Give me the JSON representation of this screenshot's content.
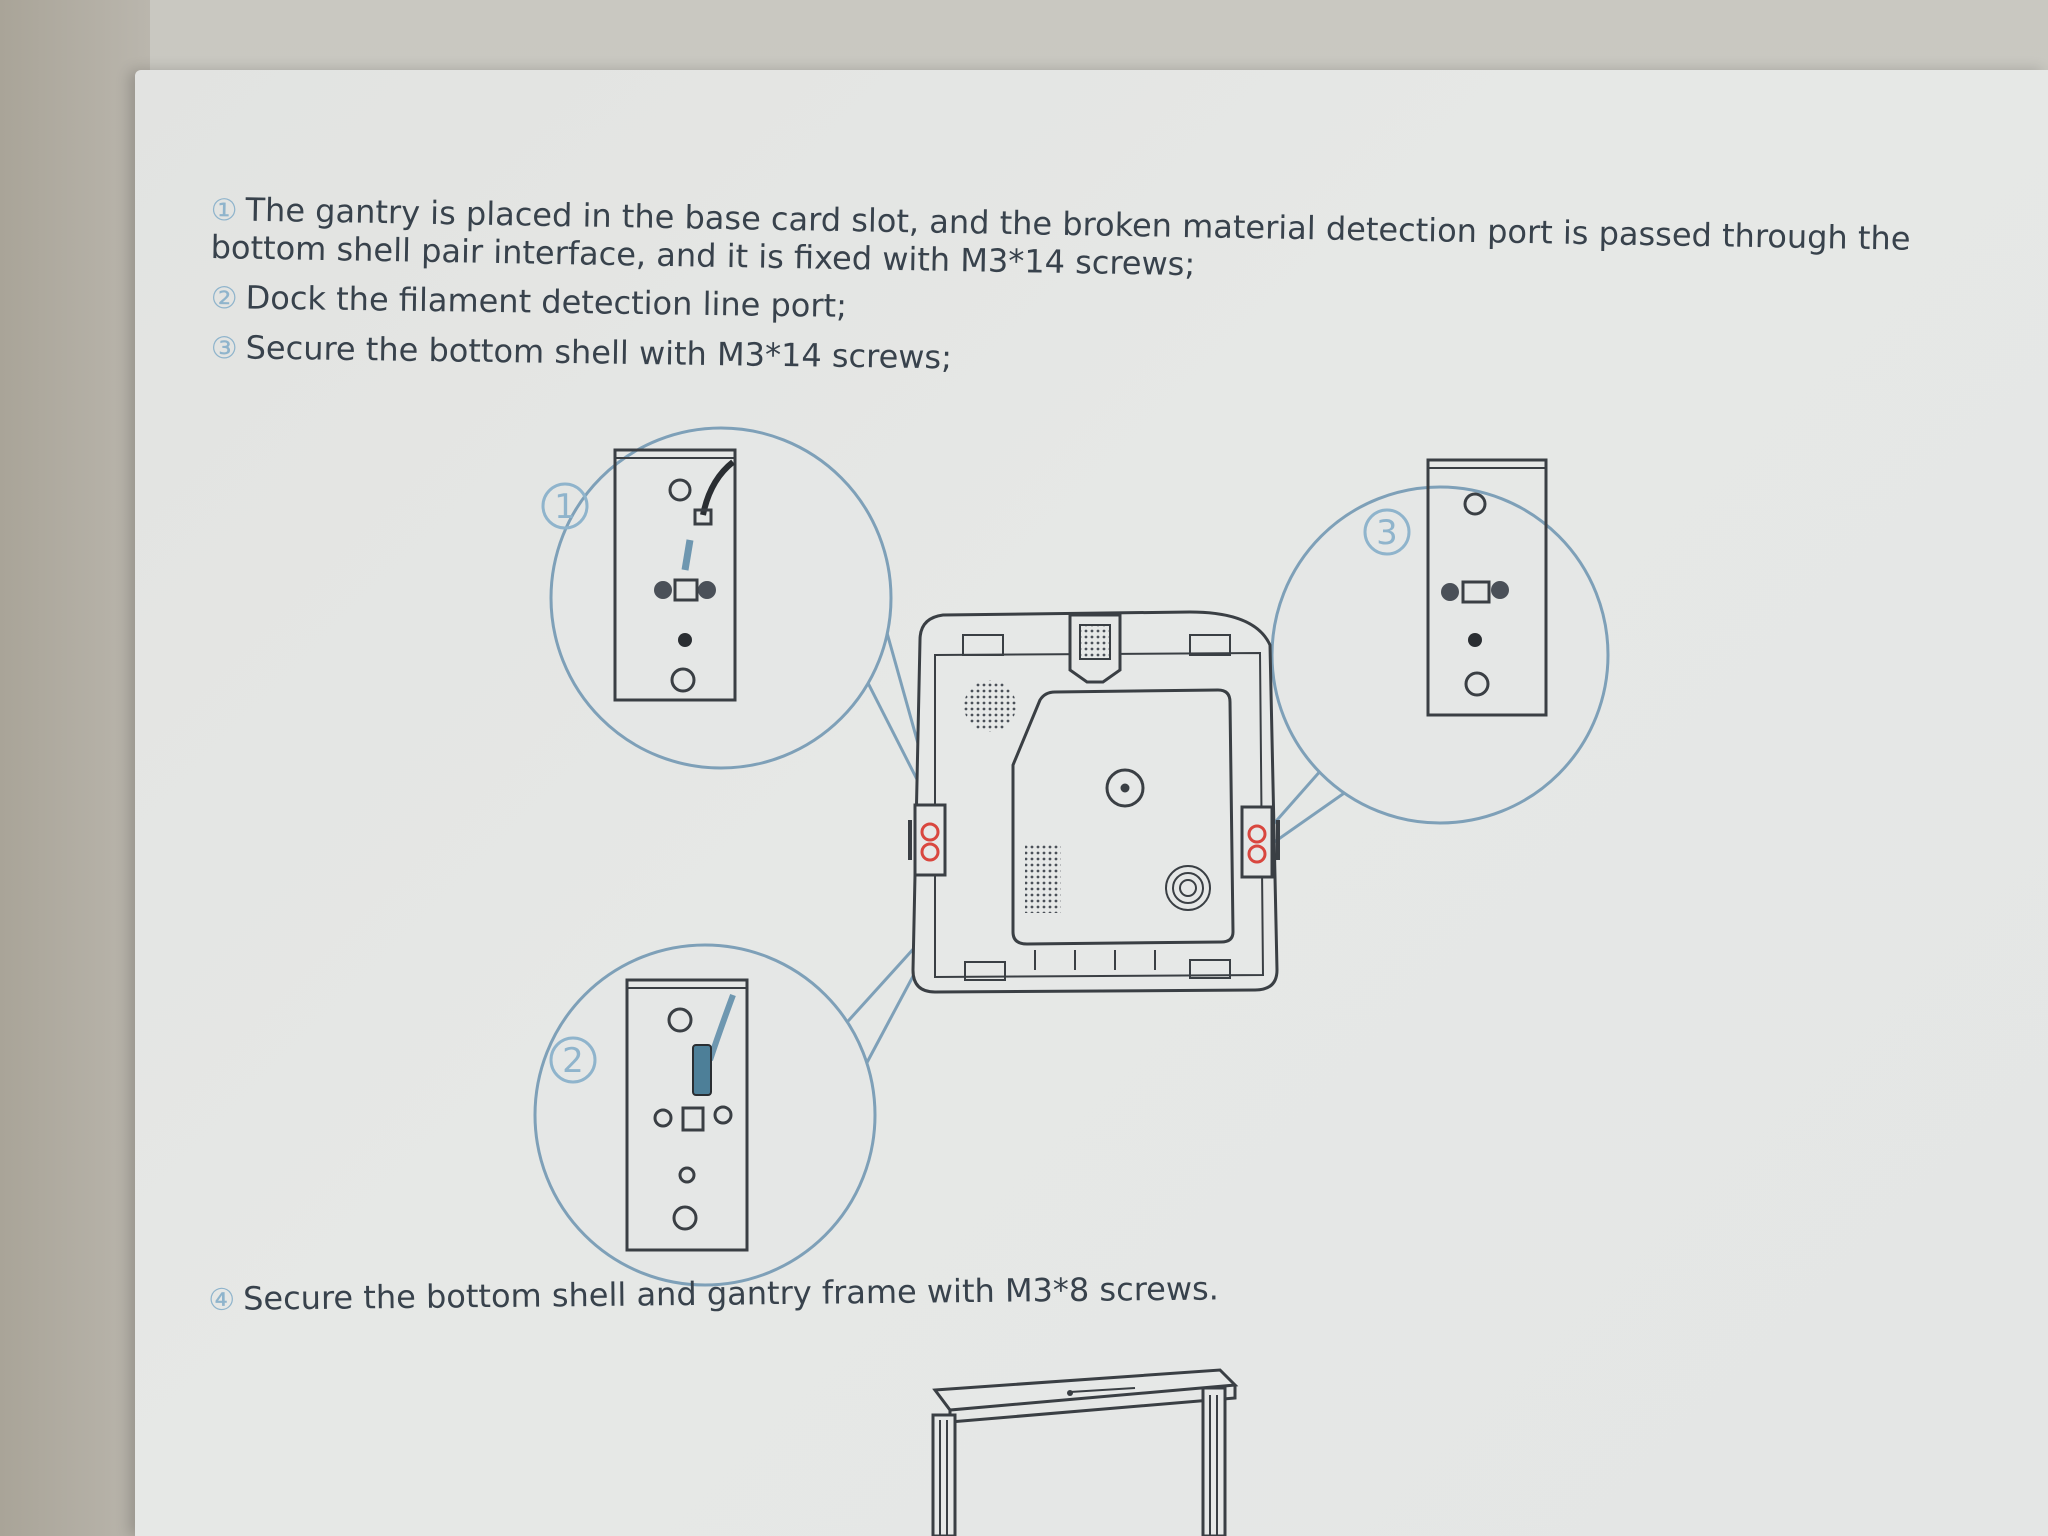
{
  "steps": [
    {
      "number": "1",
      "text_line1": "The gantry is placed in the base card slot, and the broken material detection port is passed through the",
      "text_line2": "bottom shell pair interface, and it is fixed with M3*14 screws;"
    },
    {
      "number": "2",
      "text": "Dock the filament detection line port;"
    },
    {
      "number": "3",
      "text": "Secure the bottom shell with M3*14 screws;"
    },
    {
      "number": "4",
      "text": "Secure the bottom shell and gantry frame with M3*8 screws."
    }
  ],
  "diagram": {
    "callouts": [
      {
        "label": "1"
      },
      {
        "label": "2"
      },
      {
        "label": "3"
      }
    ],
    "accent_color": "#8fb4cc",
    "line_color": "#3a3f44",
    "highlight_color": "#d9473f"
  }
}
